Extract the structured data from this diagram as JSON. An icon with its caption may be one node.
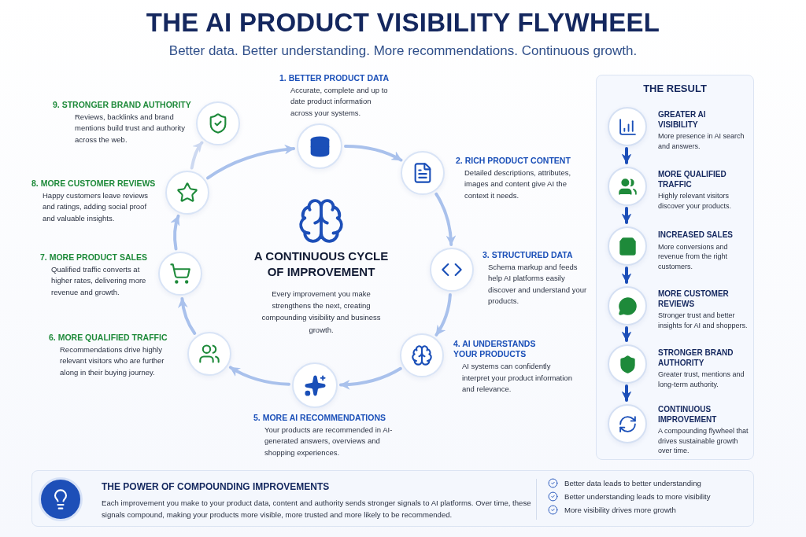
{
  "diagram": {
    "title": "THE AI PRODUCT VISIBILITY FLYWHEEL",
    "nodes": [
      {
        "text": [],
        "shape": "circle",
        "beside": [
          "1. BETTER PRODUCT DATA",
          "Accurate, complete and up to date product information across your systems."
        ]
      },
      {
        "text": [],
        "shape": "circle",
        "beside": [
          "2. RICH PRODUCT CONTENT",
          "Detailed descriptions, attributes, images and content give AI the context it needs."
        ]
      },
      {
        "text": [],
        "shape": "circle",
        "beside": [
          "3. STRUCTURED DATA",
          "Schema markup and feeds help AI platforms easily discover and understand your products."
        ]
      },
      {
        "text": [],
        "shape": "circle",
        "beside": [
          "4. AI UNDERSTANDS YOUR PRODUCTS",
          "AI systems can confidently interpret your product information and relevance."
        ]
      },
      {
        "text": [],
        "shape": "circle",
        "beside": [
          "5. MORE AI RECOMMENDATIONS",
          "Your products are recommended in AI-generated answers, overviews and shopping experiences."
        ]
      },
      {
        "text": [],
        "shape": "circle",
        "beside": [
          "6. MORE QUALIFIED TRAFFIC",
          "Recommendations drive highly relevant visitors who are further along in their buying journey."
        ]
      },
      {
        "text": [],
        "shape": "circle",
        "beside": [
          "7. MORE PRODUCT SALES",
          "Qualified traffic converts at higher rates, delivering more revenue and growth."
        ]
      },
      {
        "text": [],
        "shape": "circle",
        "beside": [
          "8. MORE CUSTOMER REVIEWS",
          "Happy customers leave reviews and ratings, adding social proof and valuable insights."
        ]
      },
      {
        "text": [],
        "shape": "circle",
        "beside": [
          "9. STRONGER BRAND AUTHORITY",
          "Reviews, backlinks and brand mentions build trust and authority across the web."
        ]
      },
      {
        "text": [
          "THE RESULT"
        ]
      },
      {
        "text": [],
        "shape": "circle",
        "in": 9,
        "beside": [
          "GREATER AI VISIBILITY",
          "More presence in AI search and answers."
        ]
      },
      {
        "text": [],
        "shape": "circle",
        "in": 9,
        "beside": [
          "MORE QUALIFIED TRAFFIC",
          "Highly relevant visitors discover your products."
        ]
      },
      {
        "text": [],
        "shape": "circle",
        "in": 9,
        "beside": [
          "INCREASED SALES",
          "More conversions and revenue from the right customers."
        ]
      },
      {
        "text": [],
        "shape": "circle",
        "in": 9,
        "beside": [
          "MORE CUSTOMER REVIEWS",
          "Stronger trust and better insights for AI and shoppers."
        ]
      },
      {
        "text": [],
        "shape": "circle",
        "in": 9,
        "beside": [
          "STRONGER BRAND AUTHORITY",
          "Greater trust, mentions and long-term authority."
        ]
      },
      {
        "text": [],
        "shape": "circle",
        "in": 9,
        "beside": [
          "CONTINUOUS IMPROVEMENT",
          "A compounding flywheel that drives sustainable growth over time."
        ]
      },
      {
        "text": [
          "THE POWER OF COMPOUNDING IMPROVEMENTS",
          "Each improvement you make to your product data, content and authority sends stronger signals to AI platforms. Over time, these signals compound, making your products more visible, more trusted and more likely to be recommended."
        ]
      }
    ],
    "edges": [
      {
        "from": 0,
        "to": 1,
        "arrow": "to"
      },
      {
        "from": 1,
        "to": 2,
        "arrow": "to"
      },
      {
        "from": 2,
        "to": 3,
        "arrow": "to"
      },
      {
        "from": 3,
        "to": 4,
        "arrow": "to"
      },
      {
        "from": 4,
        "to": 5,
        "arrow": "to"
      },
      {
        "from": 5,
        "to": 6,
        "arrow": "to"
      },
      {
        "from": 6,
        "to": 7,
        "arrow": "to"
      },
      {
        "from": 7,
        "to": 0,
        "arrow": "to"
      },
      {
        "from": 7,
        "to": 8,
        "arrow": "to",
        "color": "#cdd9f1"
      },
      {
        "from": 10,
        "to": 11,
        "arrow": "to",
        "color": "#1d4fb8"
      },
      {
        "from": 11,
        "to": 12,
        "arrow": "to",
        "color": "#1d4fb8"
      },
      {
        "from": 12,
        "to": 13,
        "arrow": "to",
        "color": "#1d4fb8"
      },
      {
        "from": 13,
        "to": 14,
        "arrow": "to",
        "color": "#1d4fb8"
      },
      {
        "from": 14,
        "to": 15,
        "arrow": "to",
        "color": "#1d4fb8"
      }
    ],
    "labels": [
      "Better data. Better understanding. More recommendations. Continuous growth.",
      "A CONTINUOUS CYCLE OF IMPROVEMENT",
      "Every improvement you make strengthens the next, creating compounding visibility and business growth.",
      "Better data leads to better understanding",
      "Better understanding leads to more visibility",
      "More visibility drives more growth"
    ]
  }
}
